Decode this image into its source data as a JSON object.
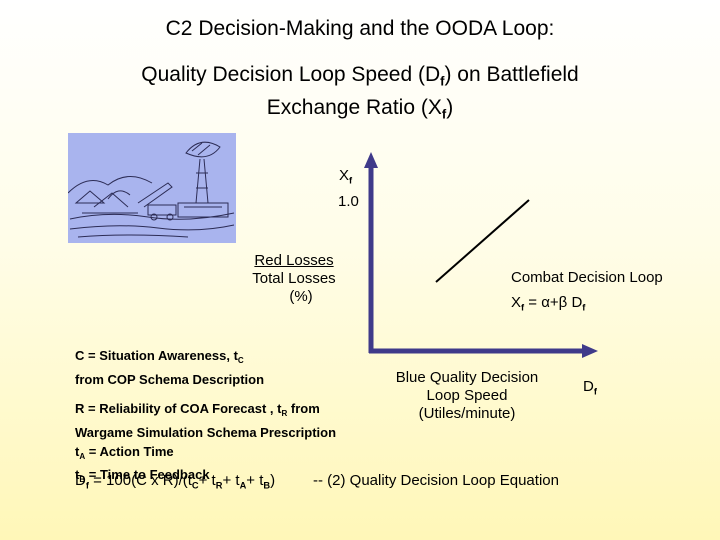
{
  "title": {
    "line1": "C2 Decision-Making and the OODA Loop:",
    "line2_a": "Quality Decision Loop Speed (D",
    "line2_sub": "f",
    "line2_b": ") on Battlefield",
    "line3_a": "Exchange Ratio (X",
    "line3_sub": "f",
    "line3_b": ")"
  },
  "y_axis": {
    "symbol": "X",
    "symbol_sub": "f",
    "max_tick": "1.0",
    "label_line1": "Red Losses",
    "label_line2": "Total Losses",
    "label_line3": "(%)"
  },
  "x_axis": {
    "symbol": "D",
    "symbol_sub": "f",
    "label_line1": "Blue Quality Decision",
    "label_line2": "Loop Speed",
    "label_line3": "(Utiles/minute)"
  },
  "curve": {
    "label": "Combat Decision Loop",
    "eq_a": "X",
    "eq_sub1": "f",
    "eq_b": " = α+β D",
    "eq_sub2": "f"
  },
  "definitions": {
    "c_a": "C = Situation Awareness, t",
    "c_sub": "C",
    "c_line2": "from  COP Schema Description",
    "r_a": "R = Reliability of COA Forecast , t",
    "r_sub": "R",
    "r_b": " from",
    "r_line2": "Wargame Simulation Schema Prescription",
    "ta_a": "t",
    "ta_sub": "A",
    "ta_b": " = Action Time",
    "tb_a": "t",
    "tb_sub": "B",
    "tb_b": " = Time to Feedback"
  },
  "equation": {
    "p1": "D",
    "s1": "f",
    "p2": " = 100(C x R)/(t",
    "s2": "C",
    "p3": "+ t",
    "s3": "R",
    "p4": "+ t",
    "s4": "A",
    "p5": "+ t",
    "s5": "B",
    "p6": ")",
    "caption": "--  (2) Quality Decision Loop Equation"
  },
  "colors": {
    "axis": "#3f3a8a",
    "sketch_bg": "#a9b4ee",
    "sketch_ink": "#2c2c55"
  }
}
